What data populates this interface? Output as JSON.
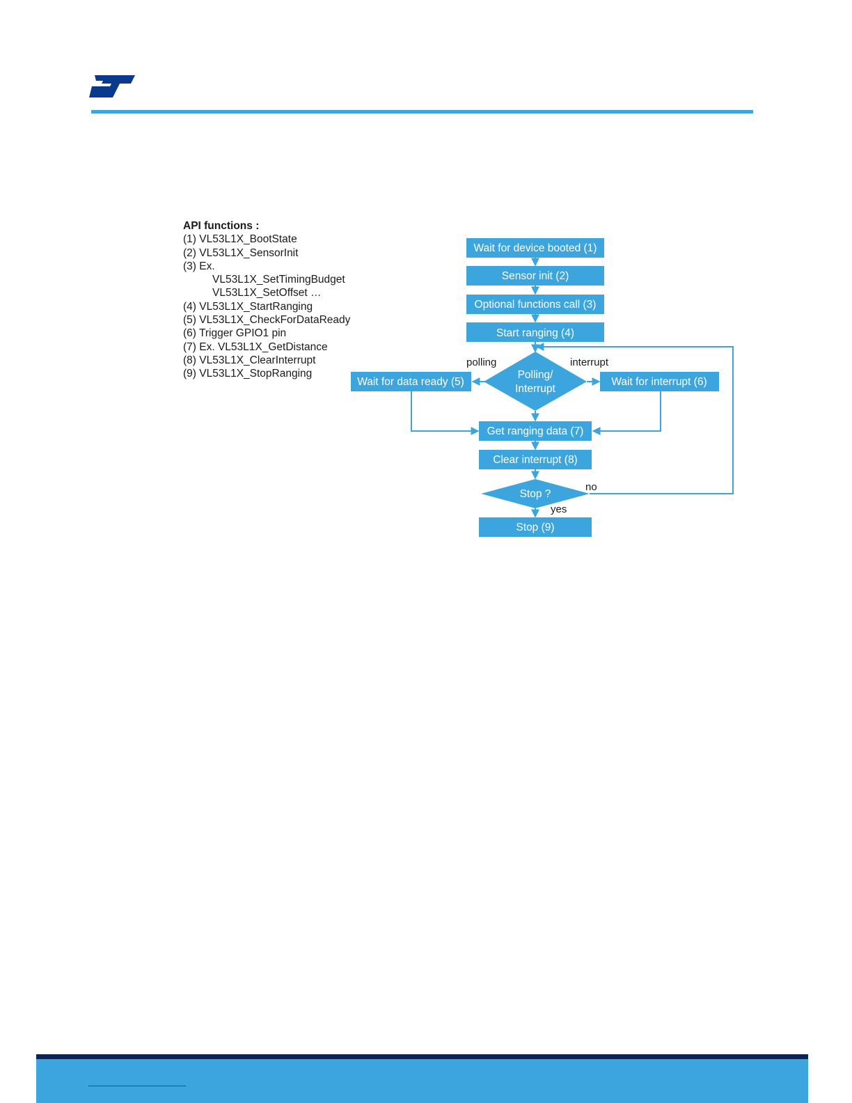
{
  "header": {
    "logo_text": "ST",
    "colors": {
      "rule": "#3CA5DE",
      "logo": "#0A3A8C"
    }
  },
  "api_list": {
    "title": "API functions :",
    "items": [
      "(1) VL53L1X_BootState",
      "(2) VL53L1X_SensorInit",
      "(3) Ex.",
      "VL53L1X_SetTimingBudget",
      "VL53L1X_SetOffset …",
      "(4) VL53L1X_StartRanging",
      "(5) VL53L1X_CheckForDataReady",
      "(6) Trigger GPIO1 pin",
      "(7) Ex. VL53L1X_GetDistance",
      "(8) VL53L1X_ClearInterrupt",
      "(9) VL53L1X_StopRanging"
    ]
  },
  "flowchart": {
    "colors": {
      "box": "#3CA5DE",
      "line": "#3CA5DE"
    },
    "nodes": {
      "wait_booted": "Wait for device booted (1)",
      "sensor_init": "Sensor init (2)",
      "optional_calls": "Optional functions call (3)",
      "start_ranging": "Start ranging (4)",
      "polling_interrupt_line1": "Polling/",
      "polling_interrupt_line2": "Interrupt",
      "wait_data_ready": "Wait for data ready (5)",
      "wait_interrupt": "Wait for interrupt (6)",
      "get_ranging_data": "Get ranging data (7)",
      "clear_interrupt": "Clear interrupt (8)",
      "stop_decision": "Stop ?",
      "stop": "Stop (9)"
    },
    "edge_labels": {
      "polling": "polling",
      "interrupt": "interrupt",
      "no": "no",
      "yes": "yes"
    }
  },
  "footer": {
    "colors": {
      "band": "#3CA5DE",
      "top_rule": "#0A2550"
    }
  }
}
